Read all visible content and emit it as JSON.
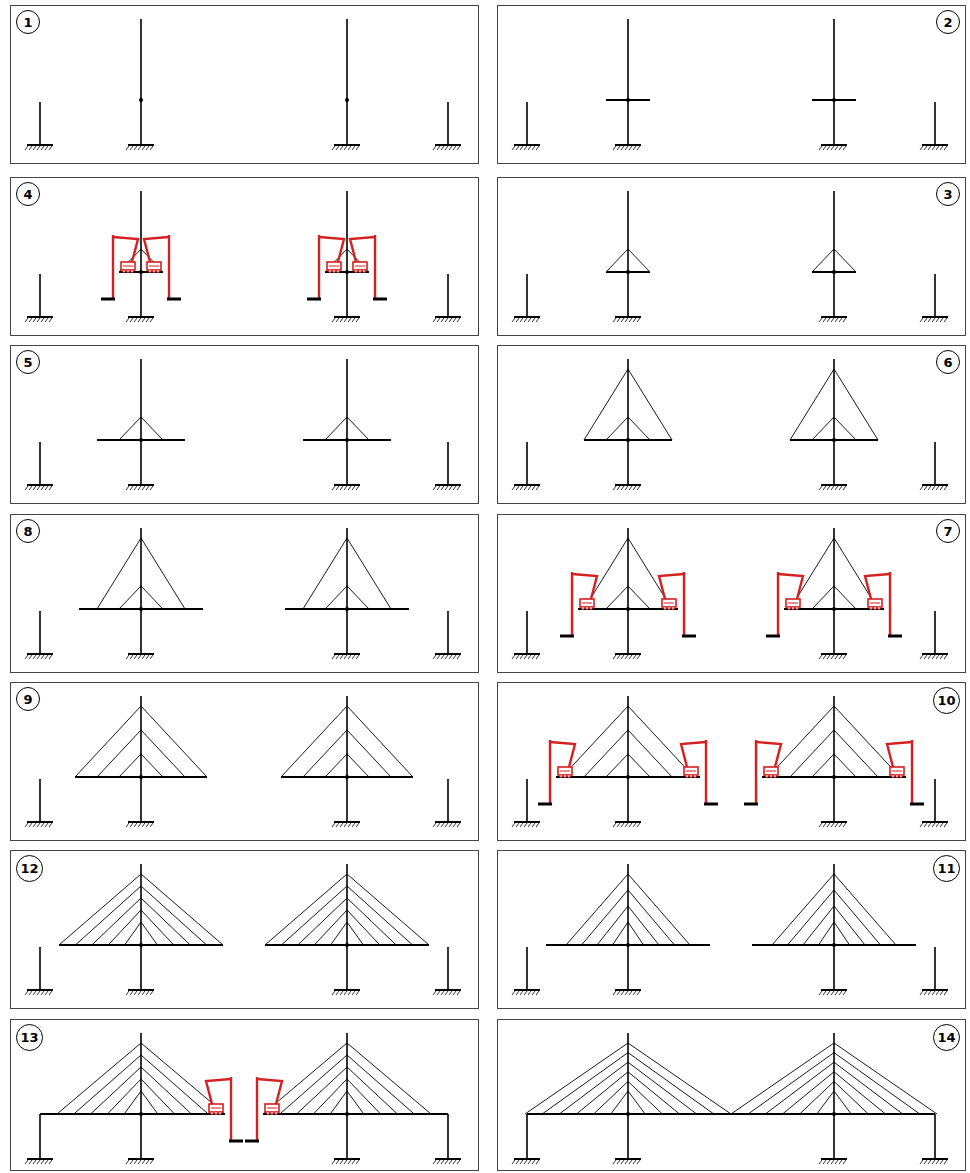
{
  "diagram": {
    "nodes": [
      {
        "text": [
          "1"
        ]
      },
      {
        "text": [
          "2"
        ]
      },
      {
        "text": [
          "4"
        ]
      },
      {
        "text": [
          "3"
        ]
      },
      {
        "text": [
          "5"
        ]
      },
      {
        "text": [
          "6"
        ]
      },
      {
        "text": [
          "8"
        ]
      },
      {
        "text": [
          "7"
        ]
      },
      {
        "text": [
          "9"
        ]
      },
      {
        "text": [
          "10"
        ]
      },
      {
        "text": [
          "12"
        ]
      },
      {
        "text": [
          "11"
        ]
      },
      {
        "text": [
          "13"
        ]
      },
      {
        "text": [
          "14"
        ]
      }
    ]
  }
}
